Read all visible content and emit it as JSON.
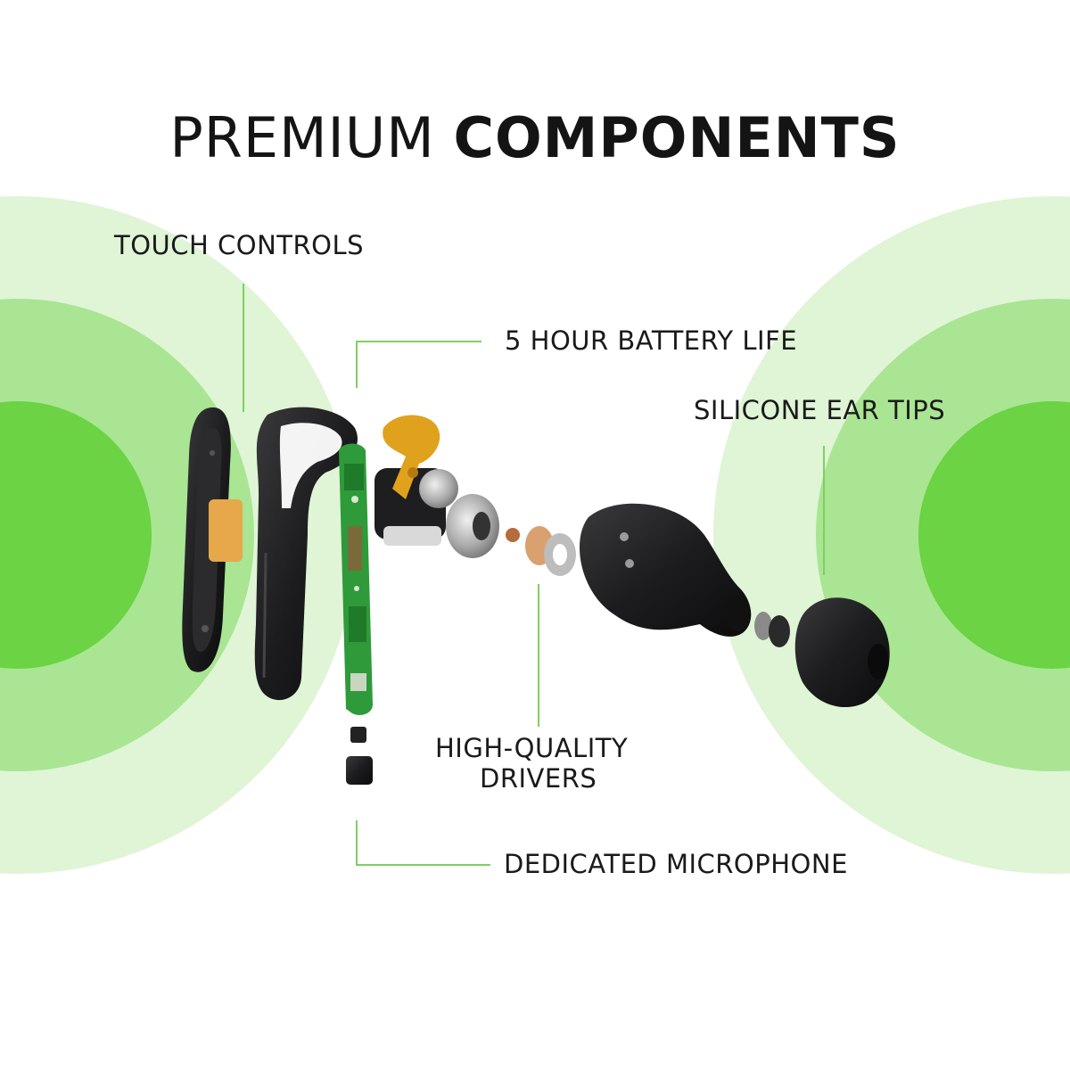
{
  "title": {
    "light": "PREMIUM",
    "bold": "COMPONENTS"
  },
  "labels": {
    "touch_controls": "TOUCH CONTROLS",
    "battery": "5 HOUR BATTERY LIFE",
    "ear_tips": "SILICONE EAR TIPS",
    "drivers_line1": "HIGH-QUALITY",
    "drivers_line2": "DRIVERS",
    "microphone": "DEDICATED MICROPHONE"
  },
  "colors": {
    "ring_outer": "#dff5d6",
    "ring_mid": "#a9e593",
    "ring_inner": "#6bd344",
    "leader_line": "#7fcf62",
    "earbud_black": "#1c1c1e",
    "pcb_green": "#2f9a3a",
    "flex_gold": "#e0a21c"
  }
}
